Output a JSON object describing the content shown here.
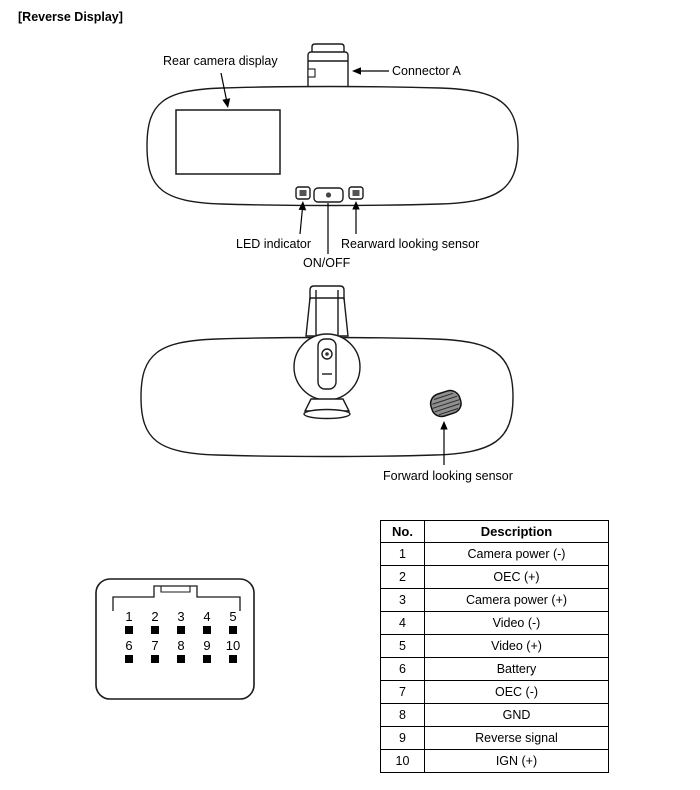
{
  "page_title": "[Reverse Display]",
  "colors": {
    "ink": "#1a1a1a",
    "sensor_fill": "#8f8f8f"
  },
  "front_view": {
    "labels": {
      "rear_camera_display": "Rear camera display",
      "connector_a": "Connector A",
      "led_indicator": "LED indicator",
      "on_off": "ON/OFF",
      "rearward_sensor": "Rearward looking sensor"
    }
  },
  "rear_view": {
    "labels": {
      "forward_sensor": "Forward looking sensor"
    }
  },
  "connector_pinout": {
    "row1": [
      "1",
      "2",
      "3",
      "4",
      "5"
    ],
    "row2": [
      "6",
      "7",
      "8",
      "9",
      "10"
    ]
  },
  "pin_table": {
    "headers": {
      "no": "No.",
      "description": "Description"
    },
    "rows": [
      {
        "no": "1",
        "desc": "Camera power (-)"
      },
      {
        "no": "2",
        "desc": "OEC (+)"
      },
      {
        "no": "3",
        "desc": "Camera power (+)"
      },
      {
        "no": "4",
        "desc": "Video (-)"
      },
      {
        "no": "5",
        "desc": "Video (+)"
      },
      {
        "no": "6",
        "desc": "Battery"
      },
      {
        "no": "7",
        "desc": "OEC (-)"
      },
      {
        "no": "8",
        "desc": "GND"
      },
      {
        "no": "9",
        "desc": "Reverse signal"
      },
      {
        "no": "10",
        "desc": "IGN (+)"
      }
    ]
  }
}
